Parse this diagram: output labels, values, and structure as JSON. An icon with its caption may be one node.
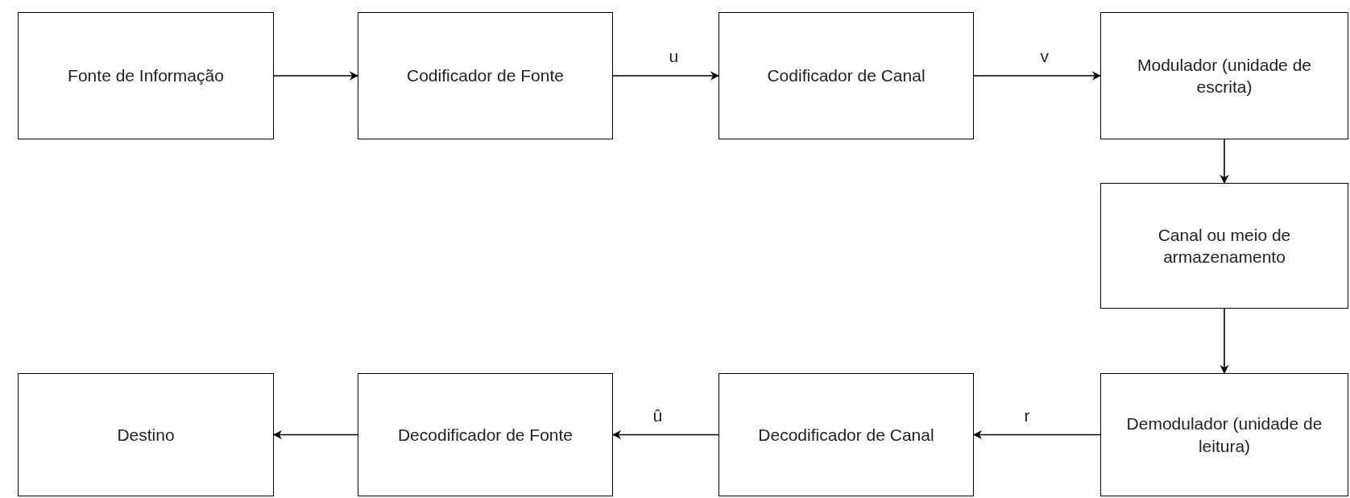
{
  "diagram": {
    "nodes": [
      {
        "text": [
          "Fonte de Informação"
        ]
      },
      {
        "text": [
          "Codificador de Fonte"
        ]
      },
      {
        "text": [
          "Codificador de Canal"
        ]
      },
      {
        "text": [
          "Modulador (unidade de escrita)"
        ]
      },
      {
        "text": [
          "Canal ou meio de armazenamento"
        ]
      },
      {
        "text": [
          "Destino"
        ]
      },
      {
        "text": [
          "Decodificador de Fonte"
        ]
      },
      {
        "text": [
          "Decodificador de Canal"
        ]
      },
      {
        "text": [
          "Demodulador (unidade de leitura)"
        ]
      }
    ],
    "edges": [
      {
        "from": 0,
        "to": 1,
        "arrow": "to"
      },
      {
        "from": 1,
        "to": 2,
        "arrow": "to",
        "label": "u"
      },
      {
        "from": 2,
        "to": 3,
        "arrow": "to",
        "label": "v"
      },
      {
        "from": 3,
        "to": 4,
        "arrow": "to"
      },
      {
        "from": 4,
        "to": 8,
        "arrow": "to"
      },
      {
        "from": 8,
        "to": 7,
        "arrow": "to",
        "label": "r"
      },
      {
        "from": 7,
        "to": 6,
        "arrow": "to",
        "label": "û"
      },
      {
        "from": 6,
        "to": 5,
        "arrow": "to"
      }
    ]
  }
}
